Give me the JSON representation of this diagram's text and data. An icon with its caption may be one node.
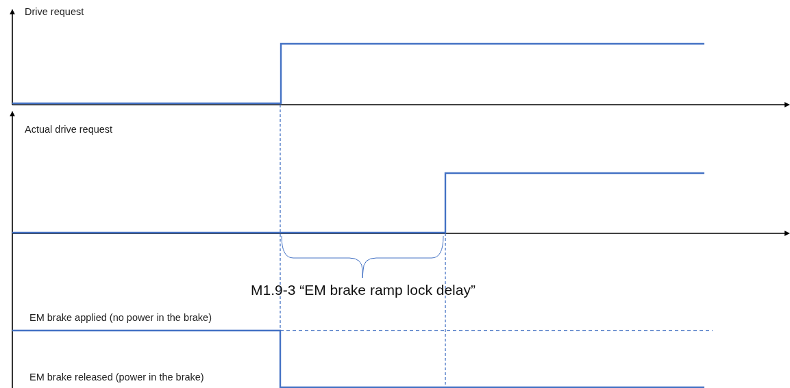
{
  "diagram": {
    "labels": [
      "Drive request",
      "Actual drive request",
      "M1.9-3 “EM brake ramp lock delay”",
      "EM brake applied (no power in the brake)",
      "EM brake released (power in the brake)"
    ]
  }
}
